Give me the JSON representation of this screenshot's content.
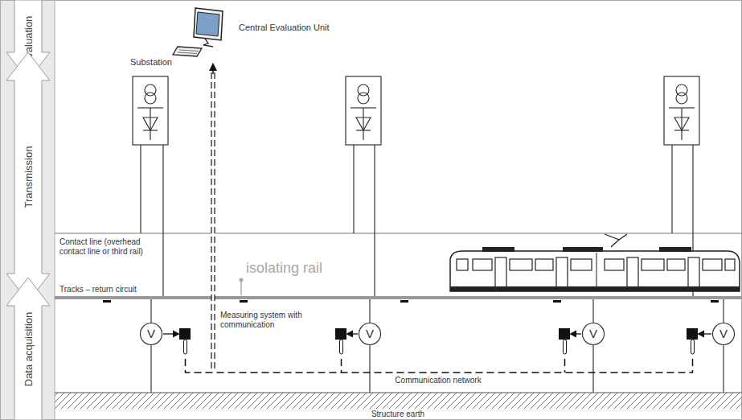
{
  "diagram": {
    "nodes": [
      {
        "text": [
          "Evaluation"
        ]
      },
      {
        "text": [
          "Central Evaluation Unit"
        ]
      },
      {
        "text": [
          "Transmission"
        ]
      },
      {
        "text": [
          "Substation"
        ]
      },
      {
        "text": [
          "Data acquisition"
        ]
      },
      {
        "text": [
          "V"
        ]
      },
      {
        "text": [
          "V"
        ]
      },
      {
        "text": [
          "V"
        ]
      },
      {
        "text": [
          "V"
        ]
      }
    ],
    "labels": [
      "Contact line (overhead contact line or third rail)",
      "isolating rail",
      "Tracks – return circuit",
      "Measuring system with communication",
      "Communication network",
      "Structure earth"
    ]
  }
}
